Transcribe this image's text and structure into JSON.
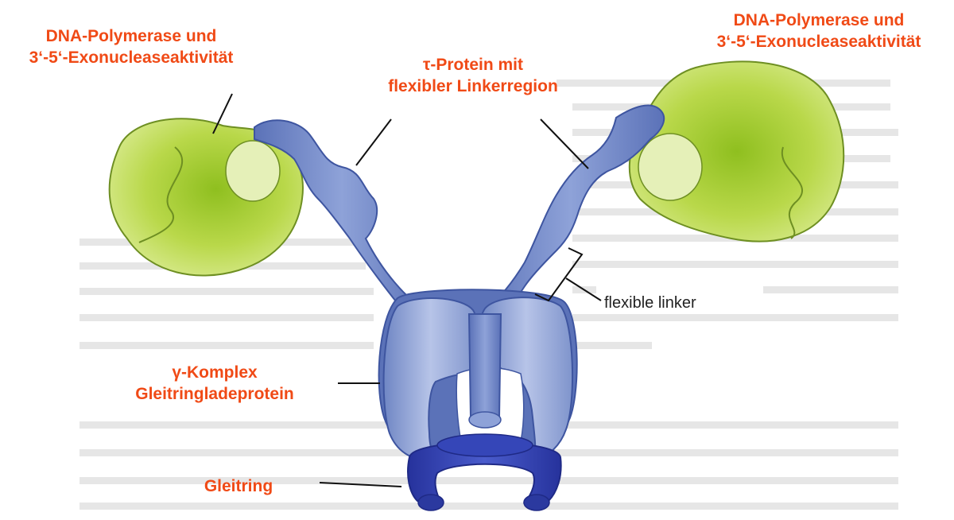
{
  "colors": {
    "label_text": "#f04a16",
    "annotation_text": "#222222",
    "polymerase_fill": "#b9d84a",
    "protein_fill": "#6f86c4",
    "ring_fill": "#2f3fb0",
    "background_text_shade": "#e4e4e4"
  },
  "labels": {
    "polymerase_left": {
      "line1": "DNA-Polymerase und",
      "line2": "3‘-5‘-Exonucleaseaktivität"
    },
    "polymerase_right": {
      "line1": "DNA-Polymerase und",
      "line2": "3‘-5‘-Exonucleaseaktivität"
    },
    "tau_protein": {
      "line1": "τ-Protein mit",
      "line2": "flexibler Linkerregion"
    },
    "gamma_complex": {
      "line1": "γ-Komplex",
      "line2": "Gleitringladeprotein"
    },
    "sliding_clamp": {
      "line1": "Gleitring"
    },
    "flexible_linker": "flexible linker"
  }
}
